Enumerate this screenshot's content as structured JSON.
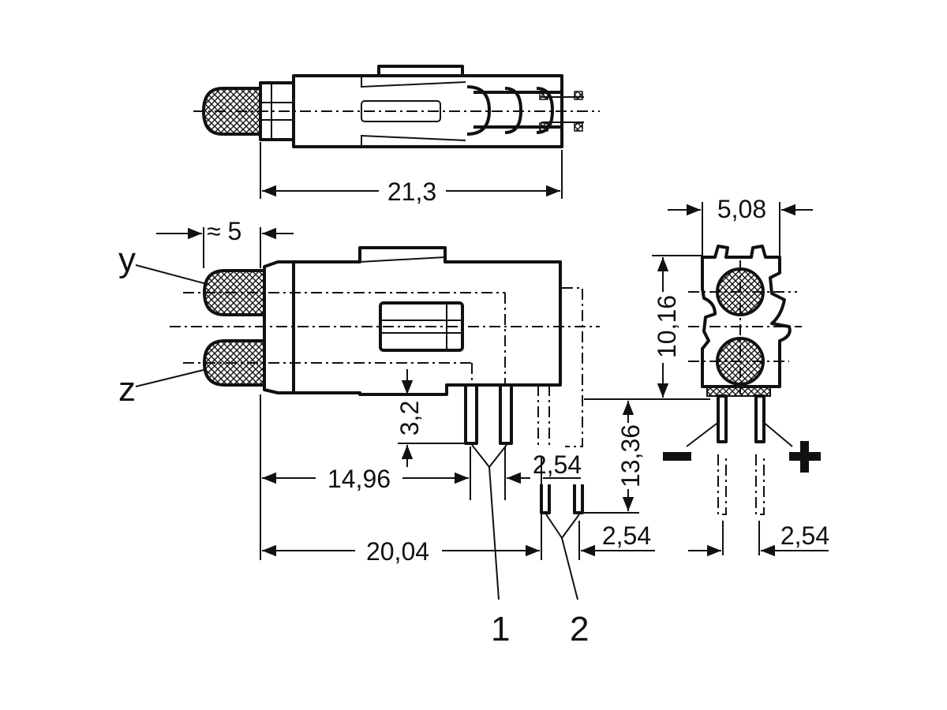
{
  "dimensions": {
    "top_length": "21,3",
    "lens_protrusion": "≈ 5",
    "pin_height": "3,2",
    "pin1_position": "14,96",
    "pin_pitch_a": "2,54",
    "pin2_position": "20,04",
    "pin_pitch_b": "2,54",
    "height_above_board": "13,36",
    "lens_spacing": "10,16",
    "width": "5,08",
    "front_pitch": "2,54"
  },
  "labels": {
    "y": "y",
    "z": "z",
    "callout_1": "1",
    "callout_2": "2",
    "minus": "−",
    "plus": "+"
  }
}
